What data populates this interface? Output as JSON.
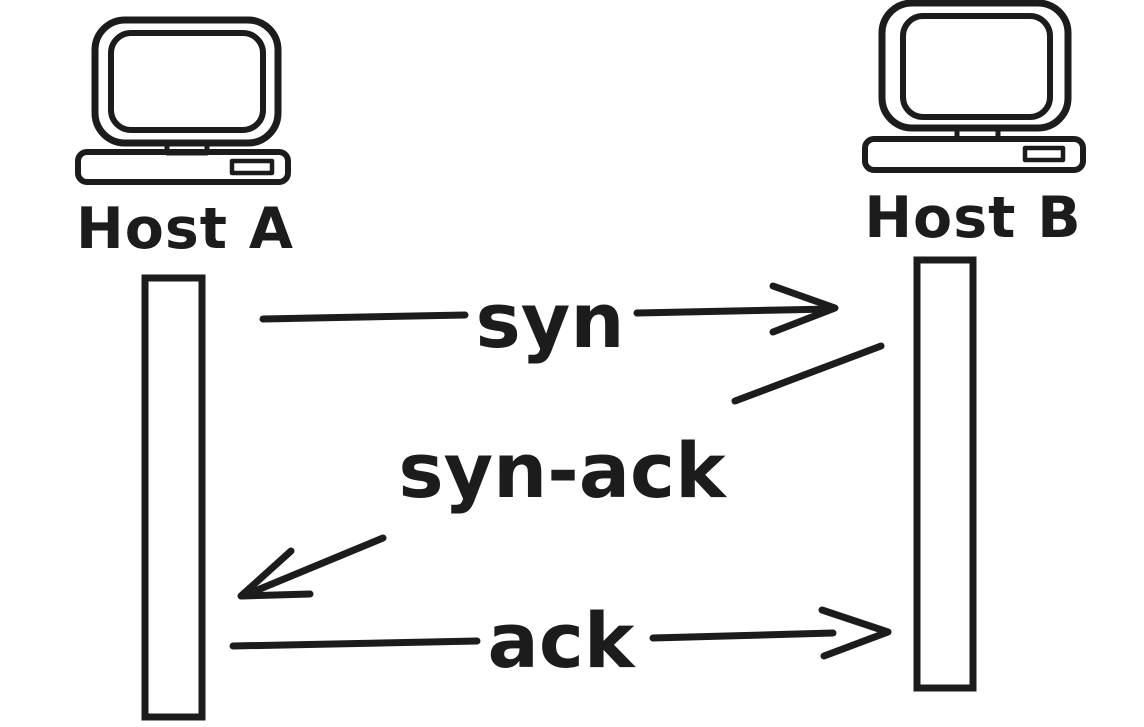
{
  "canvas": {
    "background": "#ffffff",
    "ink": "#1c1c1c"
  },
  "hosts": [
    {
      "label": "Host A",
      "icon": "computer-icon"
    },
    {
      "label": "Host B",
      "icon": "computer-icon"
    }
  ],
  "messages": [
    {
      "label": "syn",
      "from": "Host A",
      "to": "Host B"
    },
    {
      "label": "syn-ack",
      "from": "Host B",
      "to": "Host A"
    },
    {
      "label": "ack",
      "from": "Host A",
      "to": "Host B"
    }
  ]
}
